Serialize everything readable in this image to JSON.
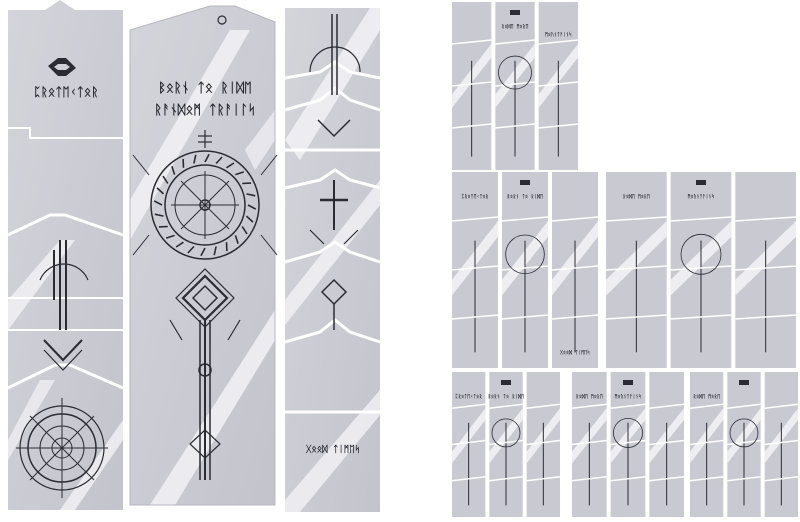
{
  "colors": {
    "background": "#ffffff",
    "panel": "#c9c9d1",
    "panel_light": "#d8d8df",
    "ink": "#2b2b33",
    "gloss": "#f4f4f8"
  },
  "icons": [
    "brand-logo-icon",
    "vegvisir-compass-icon",
    "rune-ring-icon"
  ],
  "main_sheet": {
    "left_strip": {
      "brand_word": "ᛈᚱᛟᛏᛖᚲᛏᛟᚱ"
    },
    "center_panel": {
      "title_line_1": "ᛒᛟᚱᚾ ᛏᛟ ᚱᛁᛞᛖ",
      "title_line_2": "ᚱᚨᚾᛞᛟᛗ ᛏᚱᚨᛁᛚᛋ"
    },
    "right_strip": {
      "bottom_label": "ᚷᛟᛟᛞ ᛏᛁᛗᛖᛋ"
    }
  },
  "thumbnails": [
    {
      "label_a": "",
      "label_b": "ᚱᛟᛞᛖ ᛗᛟᚱᛖ",
      "label_c": "ᛗᛟᚢᚾᛏᚨᛁᚾᛋ"
    },
    {
      "label_a": "ᛈᚱᛟᛏᛖᚲᛏᛟᚱ",
      "label_b": "ᛒᛟᚱᚾ ᛏᛟ ᚱᛁᛞᛖ",
      "label_c": "ᚷᛟᛟᛞ ᛏᛁᛗᛖᛋ"
    },
    {
      "label_a": "ᚱᛟᛞᛖ ᛗᛟᚱᛖ",
      "label_b": "ᛗᛟᚢᚾᛏᚨᛁᚾᛋ",
      "label_c": ""
    },
    {
      "label_a": "ᛈᚱᛟᛏᛖᚲᛏᛟᚱ",
      "label_b": "ᛒᛟᚱᚾ ᛏᛟ ᚱᛁᛞᛖ",
      "label_c": ""
    },
    {
      "label_a": "ᚱᛟᛞᛖ ᛗᛟᚱᛖ",
      "label_b": "ᛗᛟᚢᚾᛏᚨᛁᚾᛋ",
      "label_c": ""
    },
    {
      "label_a": "ᚱᛟᛞᛖ ᛗᛟᚱᛖ",
      "label_b": "",
      "label_c": ""
    }
  ]
}
